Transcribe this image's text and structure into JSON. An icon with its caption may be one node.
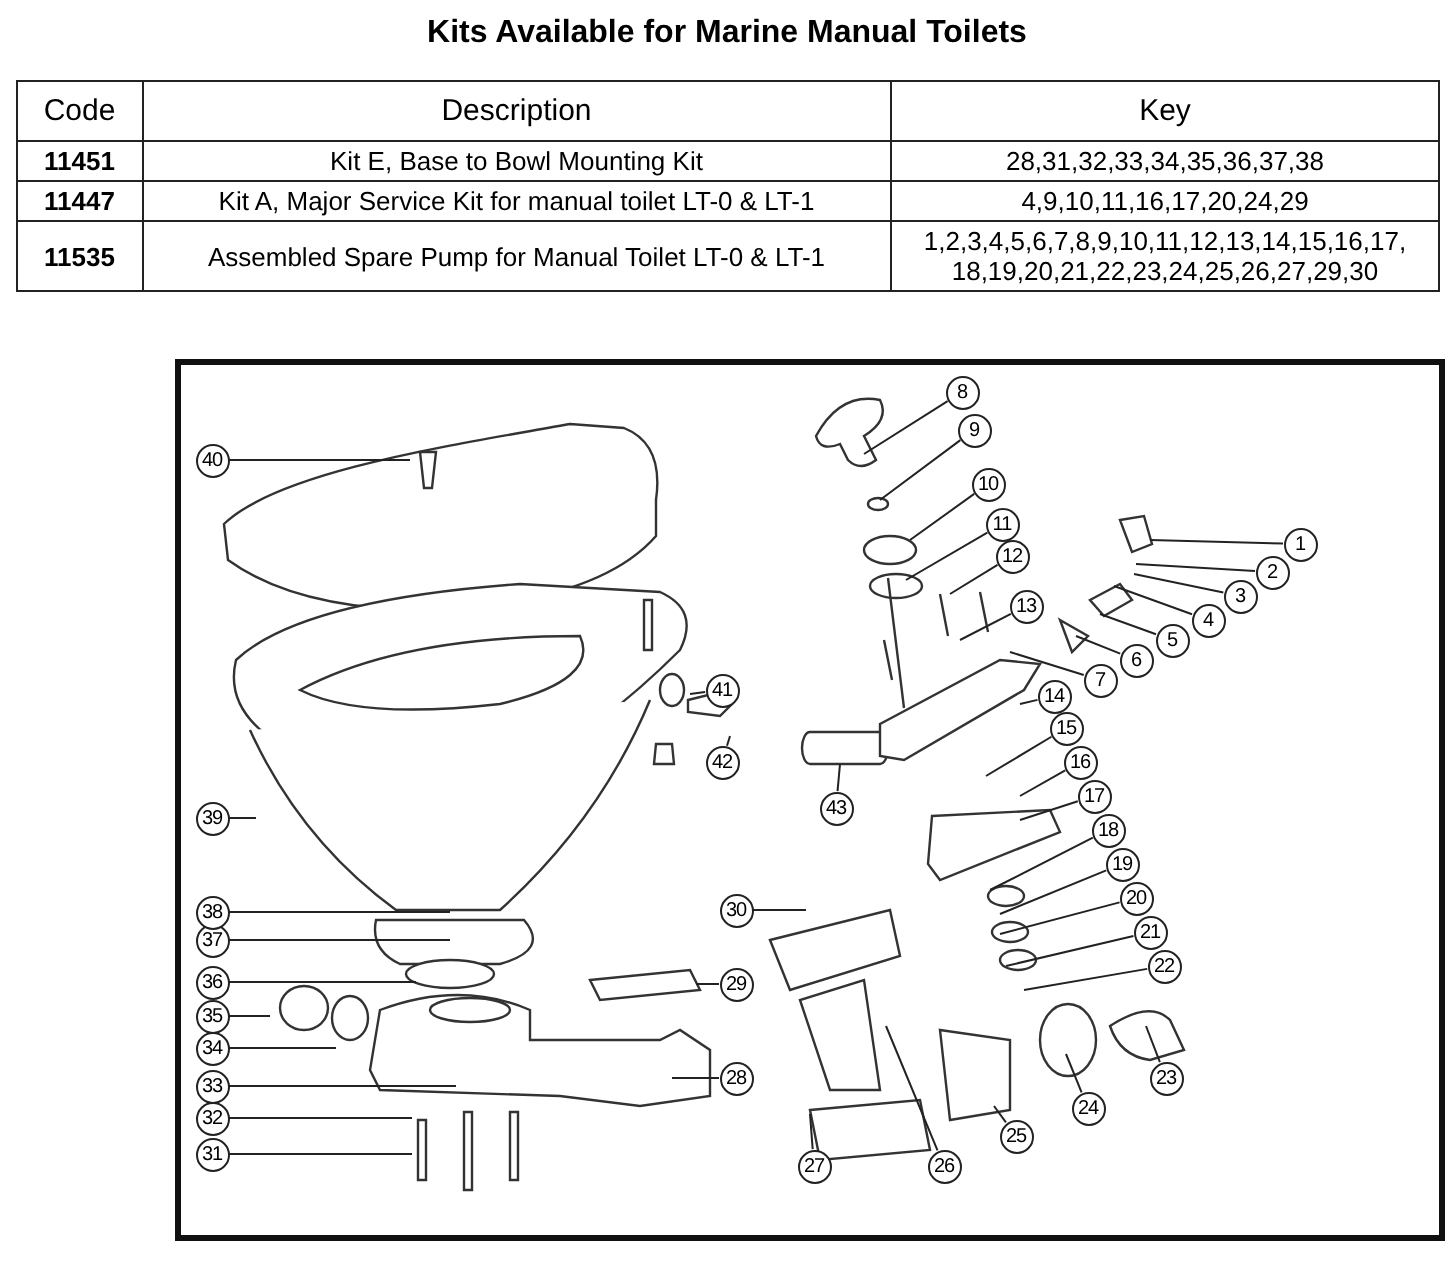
{
  "diagram": {
    "title": "Kits Available for Marine Manual Toilets",
    "nodes": [
      {
        "text": [
          "1"
        ]
      },
      {
        "text": [
          "2"
        ]
      },
      {
        "text": [
          "3"
        ]
      },
      {
        "text": [
          "4"
        ]
      },
      {
        "text": [
          "5"
        ]
      },
      {
        "text": [
          "6"
        ]
      },
      {
        "text": [
          "7"
        ]
      },
      {
        "text": [
          "8"
        ]
      },
      {
        "text": [
          "9"
        ]
      },
      {
        "text": [
          "10"
        ]
      },
      {
        "text": [
          "11"
        ]
      },
      {
        "text": [
          "12"
        ]
      },
      {
        "text": [
          "13"
        ]
      },
      {
        "text": [
          "14"
        ]
      },
      {
        "text": [
          "15"
        ]
      },
      {
        "text": [
          "16"
        ]
      },
      {
        "text": [
          "17"
        ]
      },
      {
        "text": [
          "18"
        ]
      },
      {
        "text": [
          "19"
        ]
      },
      {
        "text": [
          "20"
        ]
      },
      {
        "text": [
          "21"
        ]
      },
      {
        "text": [
          "22"
        ]
      },
      {
        "text": [
          "23"
        ]
      },
      {
        "text": [
          "24"
        ]
      },
      {
        "text": [
          "25"
        ]
      },
      {
        "text": [
          "26"
        ]
      },
      {
        "text": [
          "27"
        ]
      },
      {
        "text": [
          "28"
        ]
      },
      {
        "text": [
          "29"
        ]
      },
      {
        "text": [
          "30"
        ]
      },
      {
        "text": [
          "31"
        ]
      },
      {
        "text": [
          "32"
        ]
      },
      {
        "text": [
          "33"
        ]
      },
      {
        "text": [
          "34"
        ]
      },
      {
        "text": [
          "35"
        ]
      },
      {
        "text": [
          "36"
        ]
      },
      {
        "text": [
          "37"
        ]
      },
      {
        "text": [
          "38"
        ]
      },
      {
        "text": [
          "39"
        ]
      },
      {
        "text": [
          "40"
        ]
      },
      {
        "text": [
          "41"
        ]
      },
      {
        "text": [
          "42"
        ]
      },
      {
        "text": [
          "43"
        ]
      }
    ],
    "edges": [
      {
        "from": 0,
        "to": null,
        "arrow": "none"
      },
      {
        "from": 1,
        "to": null,
        "arrow": "none"
      },
      {
        "from": 2,
        "to": null,
        "arrow": "none"
      },
      {
        "from": 3,
        "to": null,
        "arrow": "none"
      },
      {
        "from": 4,
        "to": null,
        "arrow": "none"
      },
      {
        "from": 5,
        "to": null,
        "arrow": "none"
      },
      {
        "from": 6,
        "to": null,
        "arrow": "none"
      },
      {
        "from": 7,
        "to": null,
        "arrow": "none"
      },
      {
        "from": 8,
        "to": null,
        "arrow": "none"
      },
      {
        "from": 9,
        "to": null,
        "arrow": "none"
      },
      {
        "from": 10,
        "to": null,
        "arrow": "none"
      },
      {
        "from": 11,
        "to": null,
        "arrow": "none"
      },
      {
        "from": 12,
        "to": null,
        "arrow": "none"
      },
      {
        "from": 13,
        "to": null,
        "arrow": "none"
      },
      {
        "from": 14,
        "to": null,
        "arrow": "none"
      },
      {
        "from": 15,
        "to": null,
        "arrow": "none"
      },
      {
        "from": 16,
        "to": null,
        "arrow": "none"
      },
      {
        "from": 17,
        "to": null,
        "arrow": "none"
      },
      {
        "from": 18,
        "to": null,
        "arrow": "none"
      },
      {
        "from": 19,
        "to": null,
        "arrow": "none"
      },
      {
        "from": 20,
        "to": null,
        "arrow": "none"
      },
      {
        "from": 21,
        "to": null,
        "arrow": "none"
      },
      {
        "from": 22,
        "to": null,
        "arrow": "none"
      },
      {
        "from": 23,
        "to": null,
        "arrow": "none"
      },
      {
        "from": 24,
        "to": null,
        "arrow": "none"
      },
      {
        "from": 25,
        "to": null,
        "arrow": "none"
      },
      {
        "from": 26,
        "to": null,
        "arrow": "none"
      },
      {
        "from": 27,
        "to": null,
        "arrow": "none"
      },
      {
        "from": 28,
        "to": null,
        "arrow": "none"
      },
      {
        "from": 29,
        "to": null,
        "arrow": "none"
      },
      {
        "from": 30,
        "to": null,
        "arrow": "none"
      },
      {
        "from": 31,
        "to": null,
        "arrow": "none"
      },
      {
        "from": 32,
        "to": null,
        "arrow": "none"
      },
      {
        "from": 33,
        "to": null,
        "arrow": "none"
      },
      {
        "from": 34,
        "to": null,
        "arrow": "none"
      },
      {
        "from": 35,
        "to": null,
        "arrow": "none"
      },
      {
        "from": 36,
        "to": null,
        "arrow": "none"
      },
      {
        "from": 37,
        "to": null,
        "arrow": "none"
      },
      {
        "from": 38,
        "to": null,
        "arrow": "none"
      },
      {
        "from": 39,
        "to": null,
        "arrow": "none"
      },
      {
        "from": 40,
        "to": null,
        "arrow": "none"
      },
      {
        "from": 41,
        "to": null,
        "arrow": "none"
      },
      {
        "from": 42,
        "to": null,
        "arrow": "none"
      }
    ],
    "labels": [
      "Code",
      "Description",
      "Key",
      "11451",
      "Kit E, Base to Bowl Mounting Kit",
      "28,31,32,33,34,35,36,37,38",
      "11447",
      "Kit A, Major Service Kit for manual toilet LT-0 & LT-1",
      "4,9,10,11,16,17,20,24,29",
      "11535",
      "Assembled Spare Pump for Manual Toilet LT-0 & LT-1",
      "1,2,3,4,5,6,7,8,9,10,11,12,13,14,15,16,17, 18,19,20,21,22,23,24,25,26,27,29,30"
    ]
  }
}
